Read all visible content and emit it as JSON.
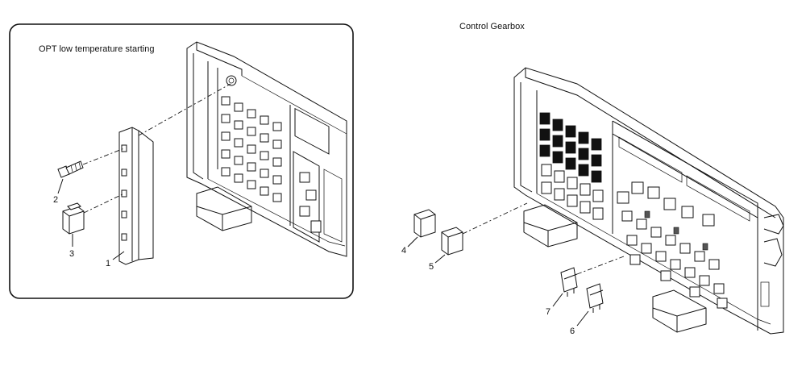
{
  "diagram": {
    "left_panel": {
      "caption": "OPT low temperature starting",
      "callouts": [
        "1",
        "2",
        "3"
      ]
    },
    "right_panel": {
      "caption": "Control Gearbox",
      "callouts": [
        "4",
        "5",
        "6",
        "7"
      ]
    }
  }
}
